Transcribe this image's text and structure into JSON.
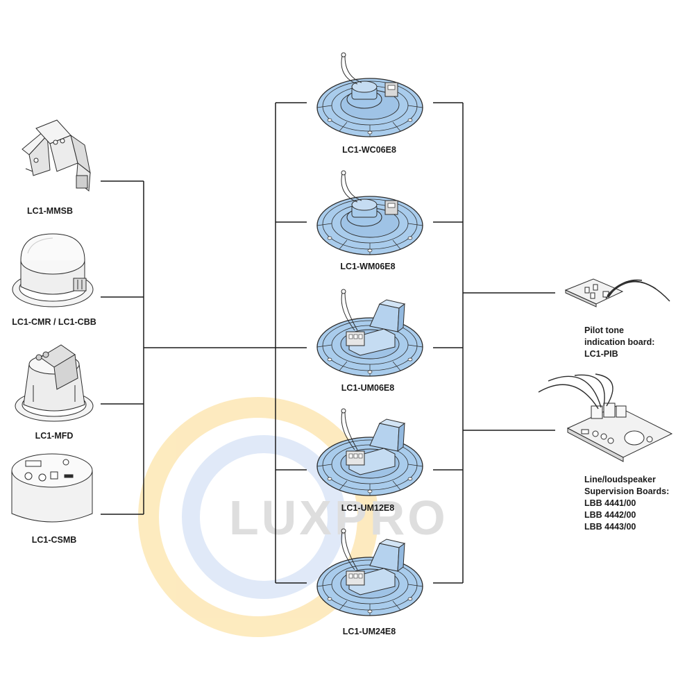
{
  "watermark": {
    "text": "LUXPRO",
    "colors": {
      "ring_outer": "#fde7b4",
      "ring_inner": "#dbe6f7",
      "text": "#d9d9d9"
    }
  },
  "colors": {
    "speaker_fill": "#a9ccec",
    "line": "#1a1a1a",
    "outline": "#2b2b2b",
    "fill_light": "#f4f4f4",
    "fill_mid": "#e4e4e4"
  },
  "accessories": [
    {
      "id": "mmsb",
      "label": "LC1-MMSB",
      "icon": "mounting-bracket-icon"
    },
    {
      "id": "cmr",
      "label": "LC1-CMR / LC1-CBB",
      "icon": "ceiling-mounting-ring-icon"
    },
    {
      "id": "mfd",
      "label": "LC1-MFD",
      "icon": "fire-dome-icon"
    },
    {
      "id": "csmb",
      "label": "LC1-CSMB",
      "icon": "surface-mount-box-icon"
    }
  ],
  "speakers": [
    {
      "id": "wc06e8",
      "label": "LC1-WC06E8",
      "icon": "ceiling-loudspeaker-icon"
    },
    {
      "id": "wm06e8",
      "label": "LC1-WM06E8",
      "icon": "ceiling-loudspeaker-icon"
    },
    {
      "id": "um06e8",
      "label": "LC1-UM06E8",
      "icon": "ceiling-loudspeaker-transformer-icon"
    },
    {
      "id": "um12e8",
      "label": "LC1-UM12E8",
      "icon": "ceiling-loudspeaker-transformer-icon"
    },
    {
      "id": "um24e8",
      "label": "LC1-UM24E8",
      "icon": "ceiling-loudspeaker-transformer-icon"
    }
  ],
  "boards": [
    {
      "id": "pib",
      "lines": [
        "Pilot tone",
        "indication board:",
        "LC1-PIB"
      ],
      "icon": "circuit-board-icon"
    },
    {
      "id": "supervision",
      "lines": [
        "Line/loudspeaker",
        "Supervision Boards:",
        "LBB 4441/00",
        "LBB 4442/00",
        "LBB 4443/00"
      ],
      "icon": "circuit-board-icon"
    }
  ]
}
